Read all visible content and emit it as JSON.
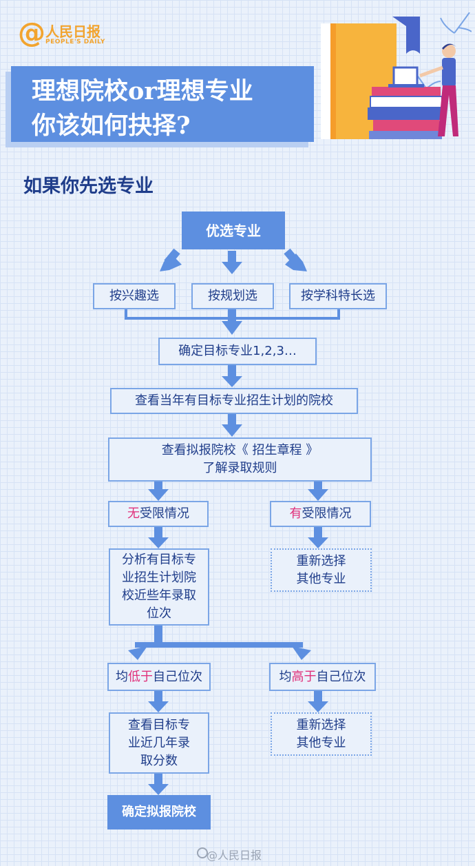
{
  "logo": {
    "at": "@",
    "name": "人民日报",
    "sub": "PEOPLE'S DAILY"
  },
  "title": {
    "line1": "理想院校or理想专业",
    "line2": "你该如何抉择?"
  },
  "section_heading": "如果你先选专业",
  "flow": {
    "start": "优选专业",
    "by_interest": "按兴趣选",
    "by_plan": "按规划选",
    "by_strength": "按学科特长选",
    "determine_major": "确定目标专业1,2,3…",
    "check_plan": "查看当年有目标专业招生计划的院校",
    "check_rules_l1": "查看拟报院校《 招生章程 》",
    "check_rules_l2": "了解录取规则",
    "no_limit_hl": "无",
    "no_limit_rest": "受限情况",
    "has_limit_hl": "有",
    "has_limit_rest": "受限情况",
    "analyze": [
      "分析有目标专",
      "业招生计划院",
      "校近些年录取",
      "位次"
    ],
    "reselect1": [
      "重新选择",
      "其他专业"
    ],
    "lower_pre": "均",
    "lower_hl": "低于",
    "lower_post": "自己位次",
    "higher_pre": "均",
    "higher_hl": "高于",
    "higher_post": "自己位次",
    "check_scores": [
      "查看目标专",
      "业近几年录",
      "取分数"
    ],
    "reselect2": [
      "重新选择",
      "其他专业"
    ],
    "final": "确定拟报院校"
  },
  "footer": "@人民日报",
  "colors": {
    "primary": "#5d8fe0",
    "border": "#7aa5e6",
    "text": "#1f3d8a",
    "highlight": "#e0307a",
    "logo": "#f2a42f"
  }
}
